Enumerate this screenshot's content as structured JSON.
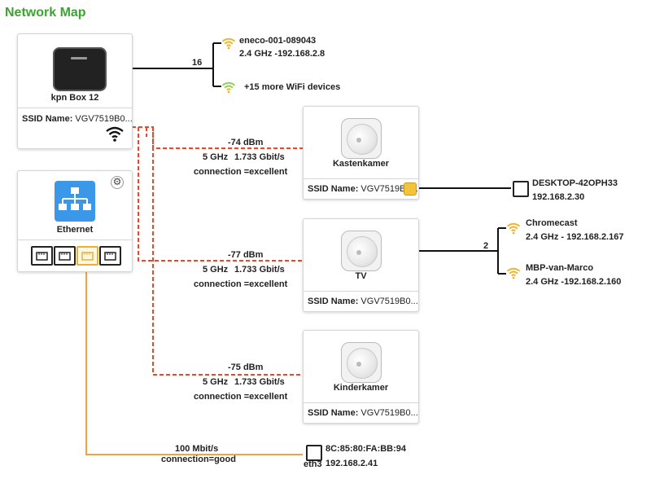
{
  "title": "Network Map",
  "router": {
    "name": "kpn Box 12",
    "ssid_label": "SSID Name:",
    "ssid_value": "VGV7519B0..."
  },
  "ethernet": {
    "name": "Ethernet"
  },
  "wifi_group": {
    "count": "16",
    "device_name": "eneco-001-089043",
    "device_info": "2.4 GHz -192.168.2.8",
    "more": "+15 more WiFi devices"
  },
  "access_points": [
    {
      "name": "Kastenkamer",
      "ssid_label": "SSID Name:",
      "ssid_value": "VGV7519B0...",
      "dbm": "-74 dBm",
      "band": "5 GHz",
      "speed": "1.733 Gbit/s",
      "quality": "connection  =excellent"
    },
    {
      "name": "TV",
      "ssid_label": "SSID Name:",
      "ssid_value": "VGV7519B0...",
      "dbm": "-77 dBm",
      "band": "5 GHz",
      "speed": "1.733 Gbit/s",
      "quality": "connection  =excellent"
    },
    {
      "name": "Kinderkamer",
      "ssid_label": "SSID Name:",
      "ssid_value": "VGV7519B0...",
      "dbm": "-75 dBm",
      "band": "5 GHz",
      "speed": "1.733 Gbit/s",
      "quality": "connection  =excellent"
    }
  ],
  "desktop": {
    "name": "DESKTOP-42OPH33",
    "ip": "192.168.2.30"
  },
  "tv_group": {
    "count": "2",
    "devices": [
      {
        "name": "Chromecast",
        "info": "2.4 GHz - 192.168.2.167"
      },
      {
        "name": "MBP-van-Marco",
        "info": "2.4 GHz -192.168.2.160"
      }
    ]
  },
  "wired": {
    "speed": "100 Mbit/s",
    "quality": "connection=good",
    "mac": "8C:85:80:FA:BB:94",
    "port": "eth3",
    "ip": "192.168.2.41"
  },
  "colors": {
    "title": "#3aa52e",
    "wifi_link": "#e8482c",
    "wired_link": "#f0a53a",
    "wifi_icon": "#f0b429"
  }
}
